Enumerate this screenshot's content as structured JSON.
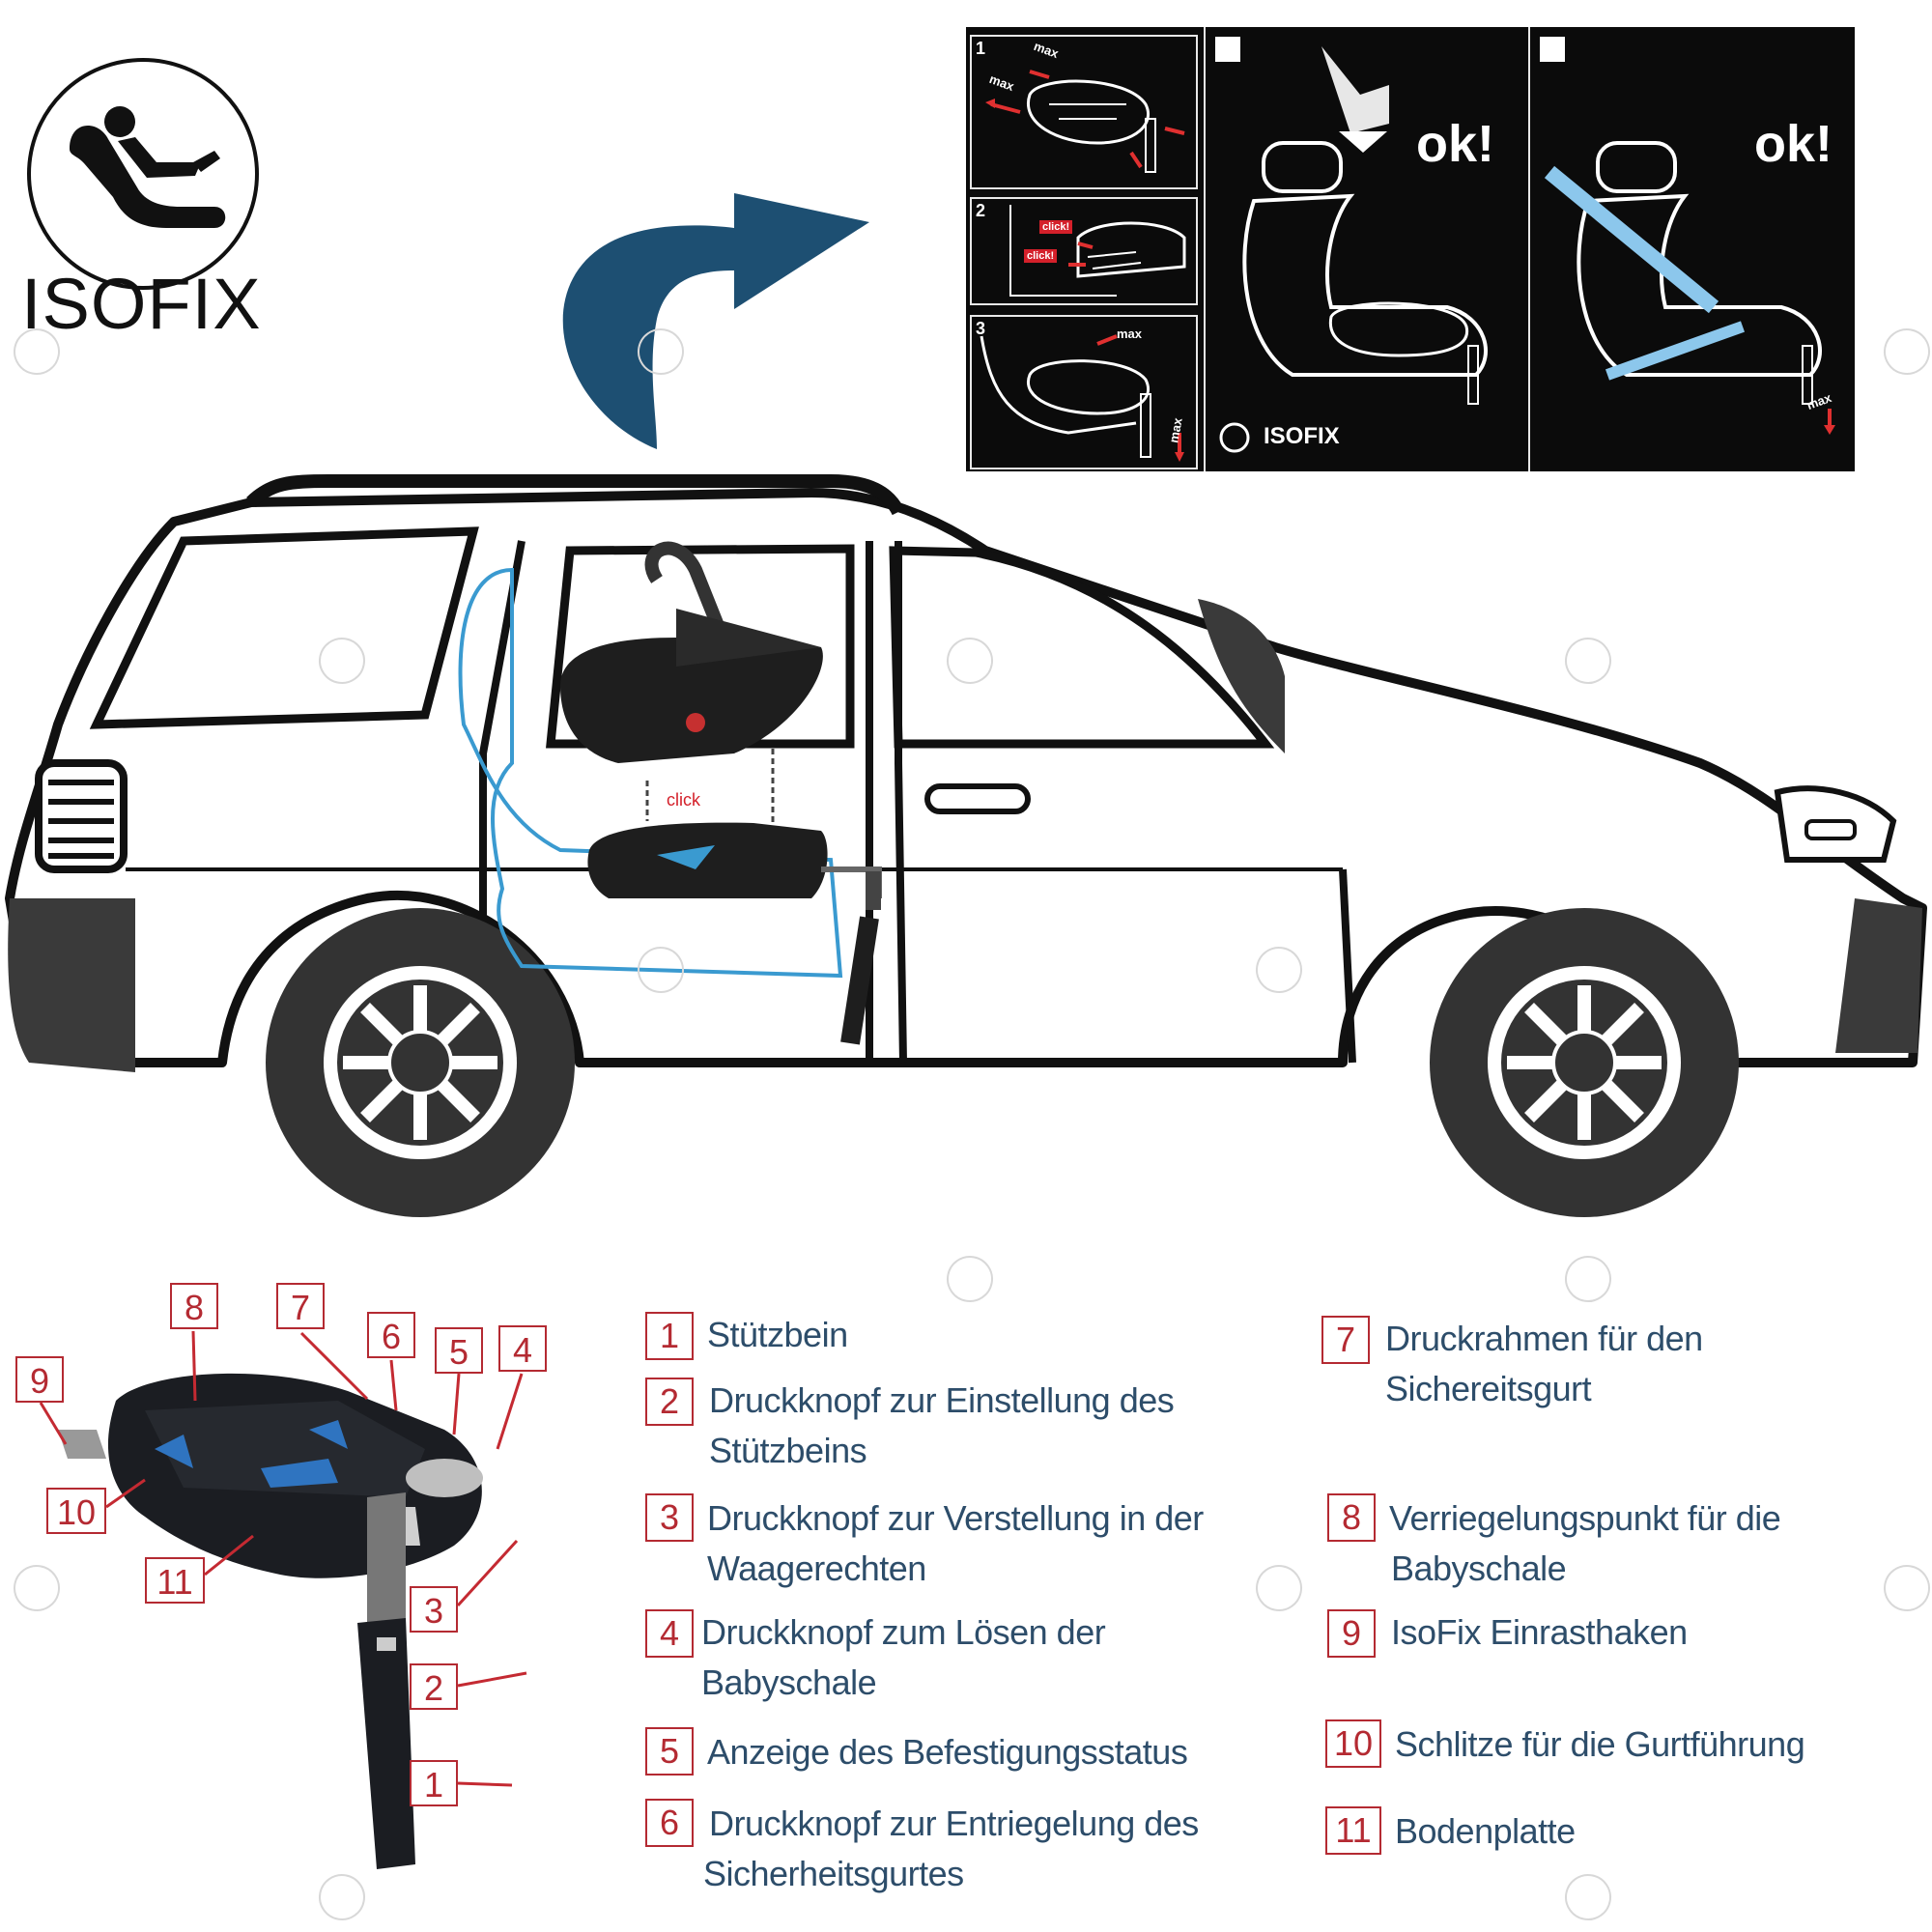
{
  "logo": {
    "text": "ISOFIX"
  },
  "instruction_panel": {
    "steps": [
      "1",
      "2",
      "3"
    ],
    "max_label": "max",
    "click_label": "click!",
    "ok_label": "ok!",
    "isofix_label": "ISOFIX"
  },
  "car": {
    "click_label": "click"
  },
  "callouts": [
    "1",
    "2",
    "3",
    "4",
    "5",
    "6",
    "7",
    "8",
    "9",
    "10",
    "11"
  ],
  "legend": [
    {
      "num": "1",
      "text": "Stützbein"
    },
    {
      "num": "2",
      "text": "Druckknopf zur Einstellung des",
      "text2": "Stützbeins"
    },
    {
      "num": "3",
      "text": "Druckknopf zur Verstellung in der",
      "text2": "Waagerechten"
    },
    {
      "num": "4",
      "text": "Druckknopf zum Lösen der",
      "text2": "Babyschale"
    },
    {
      "num": "5",
      "text": "Anzeige des Befestigungsstatus"
    },
    {
      "num": "6",
      "text": "Druckknopf zur Entriegelung des",
      "text2": "Sicherheitsgurtes"
    },
    {
      "num": "7",
      "text": "Druckrahmen für den",
      "text2": "Sichereitsgurt"
    },
    {
      "num": "8",
      "text": "Verriegelungspunkt für die",
      "text2": "Babyschale"
    },
    {
      "num": "9",
      "text": "IsoFix Einrasthaken"
    },
    {
      "num": "10",
      "text": "Schlitze für die Gurtführung"
    },
    {
      "num": "11",
      "text": "Bodenplatte"
    }
  ],
  "colors": {
    "label_red": "#b42a32",
    "legend_text": "#2d4d6a",
    "arrow_blue": "#1d4f72",
    "accent_blue": "#3a9ad0"
  }
}
